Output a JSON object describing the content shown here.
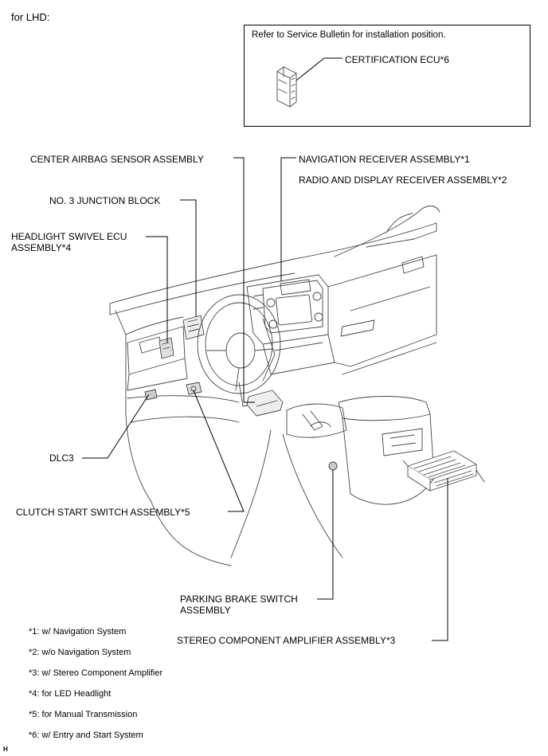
{
  "header": {
    "variant": "for LHD:"
  },
  "inset": {
    "instruction": "Refer to Service Bulletin for installation position.",
    "label": "CERTIFICATION ECU*6"
  },
  "callouts": {
    "center_airbag": "CENTER AIRBAG SENSOR ASSEMBLY",
    "nav_receiver": "NAVIGATION RECEIVER ASSEMBLY*1",
    "radio_display": "RADIO AND DISPLAY RECEIVER ASSEMBLY*2",
    "junction_block": "NO. 3 JUNCTION BLOCK",
    "headlight_swivel_l1": "HEADLIGHT SWIVEL ECU",
    "headlight_swivel_l2": "ASSEMBLY*4",
    "dlc3": "DLC3",
    "clutch_switch": "CLUTCH START SWITCH ASSEMBLY*5",
    "parking_brake_l1": "PARKING BRAKE SWITCH",
    "parking_brake_l2": "ASSEMBLY",
    "stereo_amp": "STEREO COMPONENT AMPLIFIER ASSEMBLY*3"
  },
  "notes": [
    "*1: w/ Navigation System",
    "*2: w/o Navigation System",
    "*3: w/ Stereo Component Amplifier",
    "*4: for LED Headlight",
    "*5: for Manual Transmission",
    "*6: w/ Entry and Start System"
  ],
  "footer": {
    "code": "H"
  }
}
